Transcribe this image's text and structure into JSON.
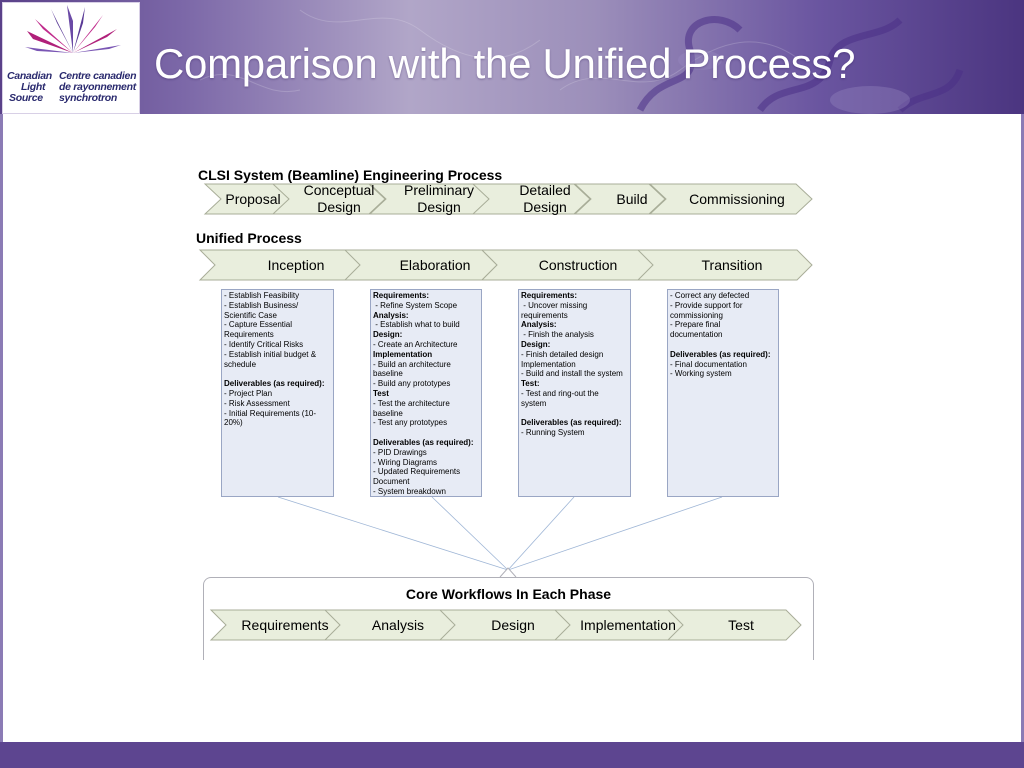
{
  "header": {
    "title": "Comparison with the Unified Process?",
    "logo_lines_left": [
      "Canadian",
      "Light",
      "Source"
    ],
    "logo_lines_right": [
      "Centre canadien",
      "de rayonnement",
      "synchrotron"
    ]
  },
  "clsi": {
    "label": "CLSI System (Beamline) Engineering Process",
    "stages": [
      {
        "label": "Proposal"
      },
      {
        "label": "Conceptual\nDesign"
      },
      {
        "label": "Preliminary\nDesign"
      },
      {
        "label": "Detailed\nDesign"
      },
      {
        "label": "Build"
      },
      {
        "label": "Commissioning"
      }
    ]
  },
  "unified": {
    "label": "Unified Process",
    "phases": [
      {
        "label": "Inception"
      },
      {
        "label": "Elaboration"
      },
      {
        "label": "Construction"
      },
      {
        "label": "Transition"
      }
    ]
  },
  "phase_boxes": [
    {
      "lines": [
        {
          "t": "- Establish Feasibility"
        },
        {
          "t": "- Establish Business/"
        },
        {
          "t": "Scientific Case"
        },
        {
          "t": "- Capture Essential"
        },
        {
          "t": "Requirements"
        },
        {
          "t": "- Identify Critical Risks"
        },
        {
          "t": "- Establish initial budget &"
        },
        {
          "t": "schedule"
        },
        {
          "t": " "
        },
        {
          "t": "Deliverables (as required):",
          "b": true
        },
        {
          "t": "- Project Plan"
        },
        {
          "t": "- Risk Assessment"
        },
        {
          "t": "- Initial Requirements (10-"
        },
        {
          "t": "20%)"
        }
      ]
    },
    {
      "lines": [
        {
          "t": "Requirements:",
          "b": true
        },
        {
          "t": " - Refine System Scope"
        },
        {
          "t": "Analysis:",
          "b": true
        },
        {
          "t": " - Establish what to build"
        },
        {
          "t": "Design:",
          "b": true
        },
        {
          "t": "- Create an Architecture"
        },
        {
          "t": "Implementation",
          "b": true
        },
        {
          "t": "- Build an architecture"
        },
        {
          "t": "baseline"
        },
        {
          "t": "- Build any prototypes"
        },
        {
          "t": "Test",
          "b": true
        },
        {
          "t": "- Test the architecture"
        },
        {
          "t": "baseline"
        },
        {
          "t": "- Test any prototypes"
        },
        {
          "t": " "
        },
        {
          "t": "Deliverables (as required):",
          "b": true
        },
        {
          "t": "- PID Drawings"
        },
        {
          "t": "- Wiring Diagrams"
        },
        {
          "t": "- Updated Requirements"
        },
        {
          "t": "Document"
        },
        {
          "t": "- System breakdown"
        }
      ]
    },
    {
      "lines": [
        {
          "t": "Requirements:",
          "b": true
        },
        {
          "t": " - Uncover missing"
        },
        {
          "t": "requirements"
        },
        {
          "t": "Analysis:",
          "b": true
        },
        {
          "t": " - Finish the analysis"
        },
        {
          "t": "Design:",
          "b": true
        },
        {
          "t": "- Finish detailed design"
        },
        {
          "t": "Implementation"
        },
        {
          "t": "- Build and install the system"
        },
        {
          "t": "Test:",
          "b": true
        },
        {
          "t": "- Test and ring-out the"
        },
        {
          "t": "system"
        },
        {
          "t": " "
        },
        {
          "t": "Deliverables (as required):",
          "b": true
        },
        {
          "t": "- Running System"
        }
      ]
    },
    {
      "lines": [
        {
          "t": "- Correct any defected"
        },
        {
          "t": "- Provide support for"
        },
        {
          "t": "commissioning"
        },
        {
          "t": "- Prepare final"
        },
        {
          "t": "documentation"
        },
        {
          "t": " "
        },
        {
          "t": "Deliverables (as required):",
          "b": true
        },
        {
          "t": "- Final documentation"
        },
        {
          "t": "- Working system"
        }
      ]
    }
  ],
  "core": {
    "title": "Core Workflows In Each Phase",
    "workflows": [
      {
        "label": "Requirements"
      },
      {
        "label": "Analysis"
      },
      {
        "label": "Design"
      },
      {
        "label": "Implementation"
      },
      {
        "label": "Test"
      }
    ]
  },
  "colors": {
    "chevron_fill": "#e9eedd",
    "chevron_stroke": "#a8ad98",
    "box_fill": "#e7ebf5",
    "header_purple": "#5d4590"
  }
}
